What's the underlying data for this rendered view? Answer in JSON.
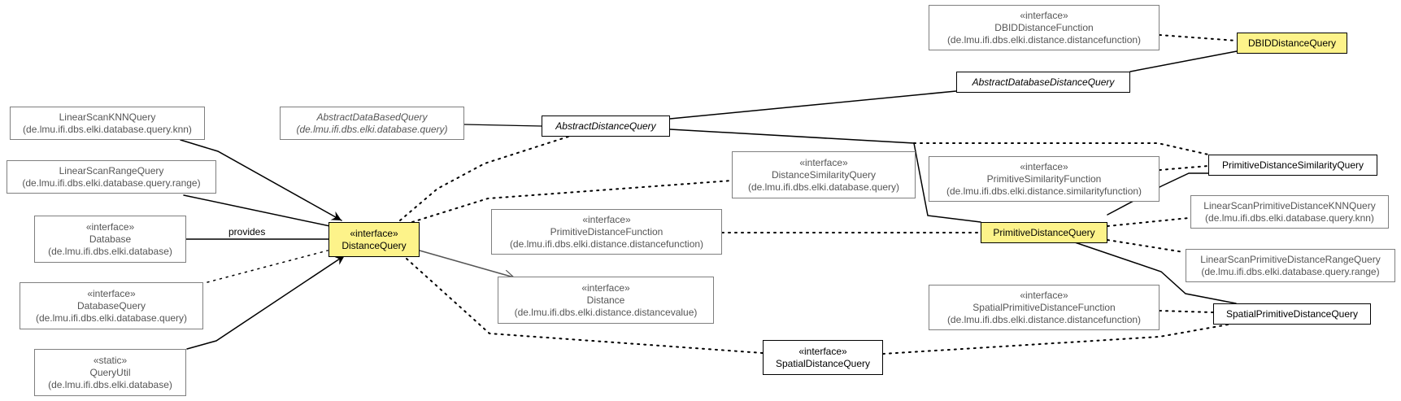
{
  "nodes": {
    "dbid_distance_function": {
      "stereotype": "«interface»",
      "name": "DBIDDistanceFunction",
      "package": "(de.lmu.ifi.dbs.elki.distance.distancefunction)"
    },
    "dbid_distance_query": {
      "name": "DBIDDistanceQuery"
    },
    "abstract_database_distance_query": {
      "name": "AbstractDatabaseDistanceQuery"
    },
    "linear_scan_knn_query": {
      "name": "LinearScanKNNQuery",
      "package": "(de.lmu.ifi.dbs.elki.database.query.knn)"
    },
    "abstract_data_based_query": {
      "name": "AbstractDataBasedQuery",
      "package": "(de.lmu.ifi.dbs.elki.database.query)"
    },
    "abstract_distance_query": {
      "name": "AbstractDistanceQuery"
    },
    "linear_scan_range_query": {
      "name": "LinearScanRangeQuery",
      "package": "(de.lmu.ifi.dbs.elki.database.query.range)"
    },
    "distance_similarity_query": {
      "stereotype": "«interface»",
      "name": "DistanceSimilarityQuery",
      "package": "(de.lmu.ifi.dbs.elki.database.query)"
    },
    "primitive_similarity_function": {
      "stereotype": "«interface»",
      "name": "PrimitiveSimilarityFunction",
      "package": "(de.lmu.ifi.dbs.elki.distance.similarityfunction)"
    },
    "primitive_distance_similarity_query": {
      "name": "PrimitiveDistanceSimilarityQuery"
    },
    "database": {
      "stereotype": "«interface»",
      "name": "Database",
      "package": "(de.lmu.ifi.dbs.elki.database)"
    },
    "distance_query": {
      "stereotype": "«interface»",
      "name": "DistanceQuery"
    },
    "primitive_distance_function": {
      "stereotype": "«interface»",
      "name": "PrimitiveDistanceFunction",
      "package": "(de.lmu.ifi.dbs.elki.distance.distancefunction)"
    },
    "primitive_distance_query": {
      "name": "PrimitiveDistanceQuery"
    },
    "linear_scan_primitive_distance_knn_query": {
      "name": "LinearScanPrimitiveDistanceKNNQuery",
      "package": "(de.lmu.ifi.dbs.elki.database.query.knn)"
    },
    "linear_scan_primitive_distance_range_query": {
      "name": "LinearScanPrimitiveDistanceRangeQuery",
      "package": "(de.lmu.ifi.dbs.elki.database.query.range)"
    },
    "database_query": {
      "stereotype": "«interface»",
      "name": "DatabaseQuery",
      "package": "(de.lmu.ifi.dbs.elki.database.query)"
    },
    "distance": {
      "stereotype": "«interface»",
      "name": "Distance",
      "package": "(de.lmu.ifi.dbs.elki.distance.distancevalue)"
    },
    "spatial_primitive_distance_function": {
      "stereotype": "«interface»",
      "name": "SpatialPrimitiveDistanceFunction",
      "package": "(de.lmu.ifi.dbs.elki.distance.distancefunction)"
    },
    "spatial_primitive_distance_query": {
      "name": "SpatialPrimitiveDistanceQuery"
    },
    "query_util": {
      "stereotype": "«static»",
      "name": "QueryUtil",
      "package": "(de.lmu.ifi.dbs.elki.database)"
    },
    "spatial_distance_query": {
      "stereotype": "«interface»",
      "name": "SpatialDistanceQuery"
    }
  },
  "edge_labels": {
    "provides": "provides"
  },
  "colors": {
    "highlight": "#fdf38a",
    "edge": "#000000",
    "edge_gray": "#555555",
    "node_border": "#7f7f7f"
  }
}
